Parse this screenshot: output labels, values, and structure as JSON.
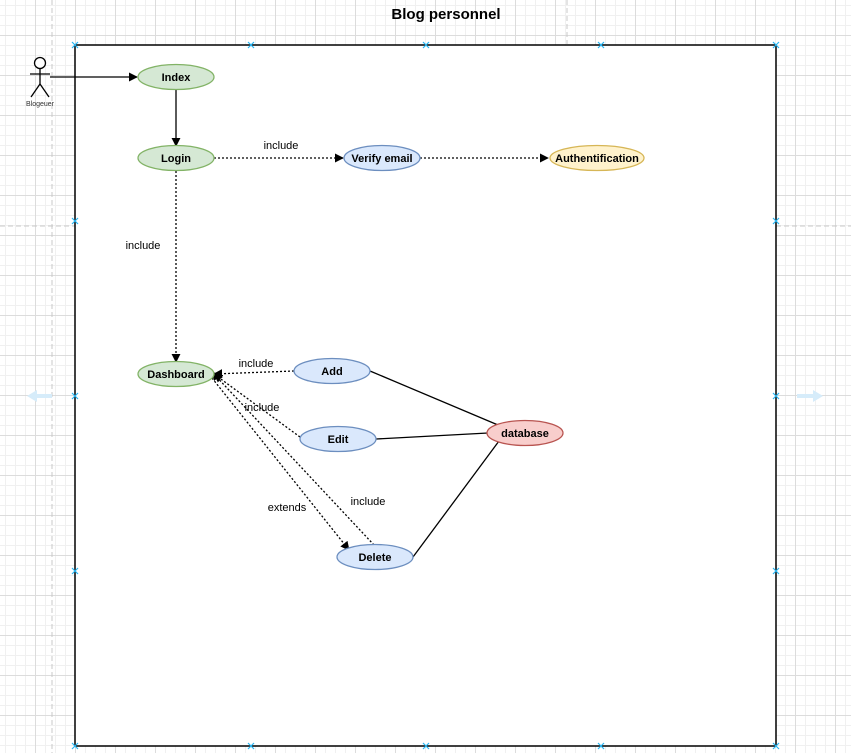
{
  "title": "Blog personnel",
  "actor": {
    "name": "Blogeuer"
  },
  "use_cases": {
    "index": "Index",
    "login": "Login",
    "verify_email": "Verify email",
    "authentification": "Authentification",
    "dashboard": "Dashboard",
    "add": "Add",
    "edit": "Edit",
    "delete": "Delete",
    "database": "database"
  },
  "relations": {
    "login_verify": "include",
    "login_dashboard": "include",
    "add_dashboard": "include",
    "edit_dashboard": "include",
    "dashboard_delete": "extends",
    "delete_dashboard": "include"
  },
  "colors": {
    "green_fill": "#d5e8d4",
    "green_stroke": "#82b366",
    "blue_fill": "#dae8fc",
    "blue_stroke": "#6c8ebf",
    "yellow_fill": "#fff2cc",
    "yellow_stroke": "#d6b656",
    "red_fill": "#f8cecc",
    "red_stroke": "#b85450",
    "selection": "#29b6f2"
  }
}
